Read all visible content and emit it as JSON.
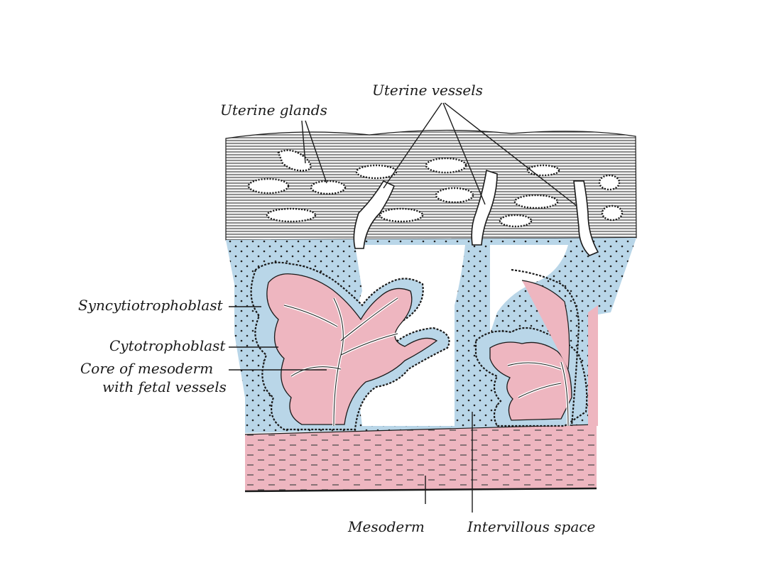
{
  "labels": {
    "uterine_glands": "Uterine glands",
    "uterine_vessels": "Uterine vessels",
    "syncytiotrophoblast": "Syncytiotrophoblast",
    "cytotrophoblast": "Cytotrophoblast",
    "core_line1": "Core of mesoderm",
    "core_line2": "with fetal vessels",
    "mesoderm": "Mesoderm",
    "intervillous_space": "Intervillous space"
  },
  "colors": {
    "decidua_hatch": "#3a3a3a",
    "trophoblast_blue": "#b9d6e8",
    "mesoderm_pink": "#eeb6c0",
    "outline": "#1a1a1a"
  }
}
